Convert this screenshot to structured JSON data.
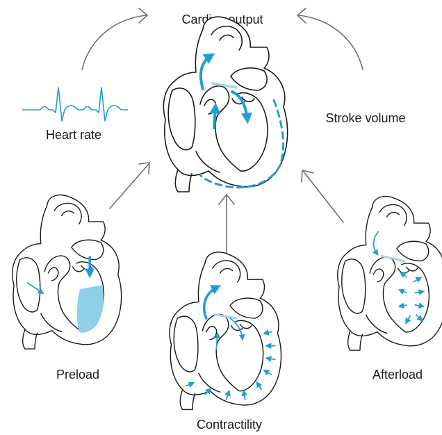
{
  "labels": {
    "cardiac_output": "Cardiac output",
    "heart_rate": "Heart rate",
    "stroke_volume": "Stroke volume",
    "preload": "Preload",
    "contractility": "Contractility",
    "afterload": "Afterload"
  },
  "colors": {
    "accent": "#1e9fd4",
    "accent_light": "#9fd6ee",
    "preload_fill": "#8fcfe8",
    "ink": "#1a1a1a",
    "connector": "#6e6e6e"
  }
}
